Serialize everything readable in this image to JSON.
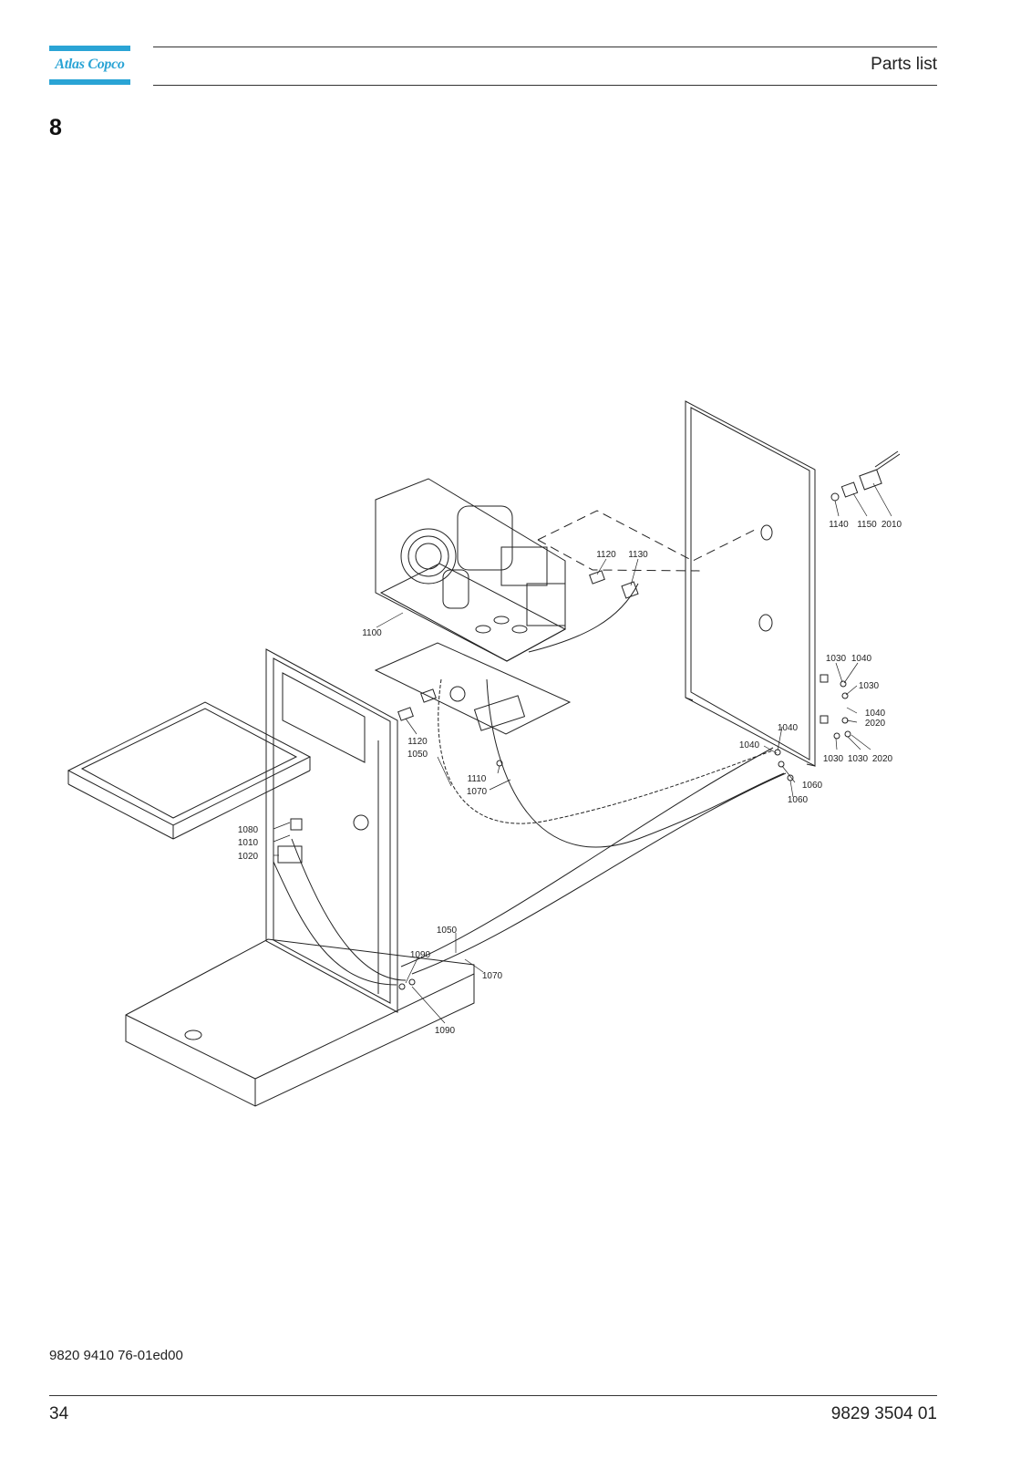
{
  "header": {
    "logo_text": "Atlas Copco",
    "title": "Parts list"
  },
  "section": {
    "number": "8"
  },
  "callouts": [
    {
      "id": "c2010",
      "label": "2010"
    },
    {
      "id": "c1140",
      "label": "1140"
    },
    {
      "id": "c1150",
      "label": "1150"
    },
    {
      "id": "c1120a",
      "label": "1120"
    },
    {
      "id": "c1130",
      "label": "1130"
    },
    {
      "id": "c1100",
      "label": "1100"
    },
    {
      "id": "c1030a",
      "label": "1030"
    },
    {
      "id": "c1040a",
      "label": "1040"
    },
    {
      "id": "c1030b",
      "label": "1030"
    },
    {
      "id": "c1040b",
      "label": "1040"
    },
    {
      "id": "c2020a",
      "label": "2020"
    },
    {
      "id": "c1040c",
      "label": "1040"
    },
    {
      "id": "c1040d",
      "label": "1040"
    },
    {
      "id": "c1030c",
      "label": "1030"
    },
    {
      "id": "c1030d",
      "label": "1030"
    },
    {
      "id": "c2020b",
      "label": "2020"
    },
    {
      "id": "c1060a",
      "label": "1060"
    },
    {
      "id": "c1060b",
      "label": "1060"
    },
    {
      "id": "c1120b",
      "label": "1120"
    },
    {
      "id": "c1050a",
      "label": "1050"
    },
    {
      "id": "c1110",
      "label": "1110"
    },
    {
      "id": "c1070a",
      "label": "1070"
    },
    {
      "id": "c1080",
      "label": "1080"
    },
    {
      "id": "c1010",
      "label": "1010"
    },
    {
      "id": "c1020",
      "label": "1020"
    },
    {
      "id": "c1050b",
      "label": "1050"
    },
    {
      "id": "c1090a",
      "label": "1090"
    },
    {
      "id": "c1070b",
      "label": "1070"
    },
    {
      "id": "c1090b",
      "label": "1090"
    }
  ],
  "footer": {
    "doc_code": "9820 9410 76-01ed00",
    "page_number": "34",
    "part_number": "9829 3504 01"
  }
}
